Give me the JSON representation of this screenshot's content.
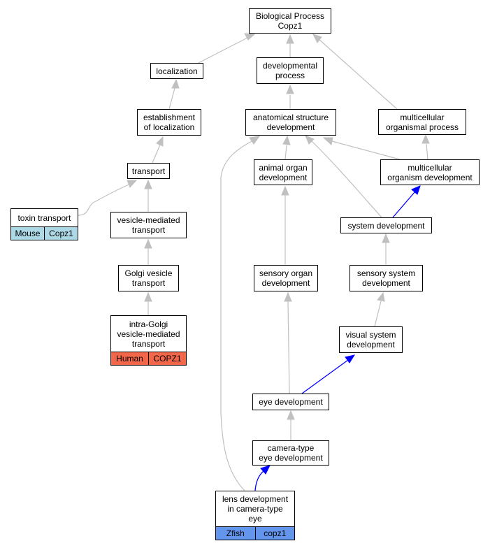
{
  "nodes": {
    "biological_process": {
      "label": "Biological Process\nCopz1"
    },
    "localization": {
      "label": "localization"
    },
    "developmental_process": {
      "label": "developmental\nprocess"
    },
    "establishment_of_localization": {
      "label": "establishment\nof localization"
    },
    "anatomical_structure_development": {
      "label": "anatomical structure\ndevelopment"
    },
    "multicellular_organismal_process": {
      "label": "multicellular\norganismal process"
    },
    "transport": {
      "label": "transport"
    },
    "animal_organ_development": {
      "label": "animal organ\ndevelopment"
    },
    "multicellular_organism_development": {
      "label": "multicellular\norganism development"
    },
    "toxin_transport": {
      "label": "toxin transport",
      "species": "Mouse",
      "gene": "Copz1"
    },
    "vesicle_mediated_transport": {
      "label": "vesicle-mediated\ntransport"
    },
    "system_development": {
      "label": "system development"
    },
    "golgi_vesicle_transport": {
      "label": "Golgi vesicle\ntransport"
    },
    "sensory_organ_development": {
      "label": "sensory organ\ndevelopment"
    },
    "sensory_system_development": {
      "label": "sensory system\ndevelopment"
    },
    "intra_golgi_transport": {
      "label": "intra-Golgi\nvesicle-mediated\ntransport",
      "species": "Human",
      "gene": "COPZ1"
    },
    "visual_system_development": {
      "label": "visual system\ndevelopment"
    },
    "eye_development": {
      "label": "eye development"
    },
    "camera_type_eye_development": {
      "label": "camera-type\neye development"
    },
    "lens_development": {
      "label": "lens development\nin camera-type\neye",
      "species": "Zfish",
      "gene": "copz1"
    }
  },
  "colors": {
    "mouse": "#add8e6",
    "human": "#f26649",
    "zfish": "#6495ed",
    "edge_grey": "#c0c0c0",
    "edge_blue": "#0000ff"
  }
}
